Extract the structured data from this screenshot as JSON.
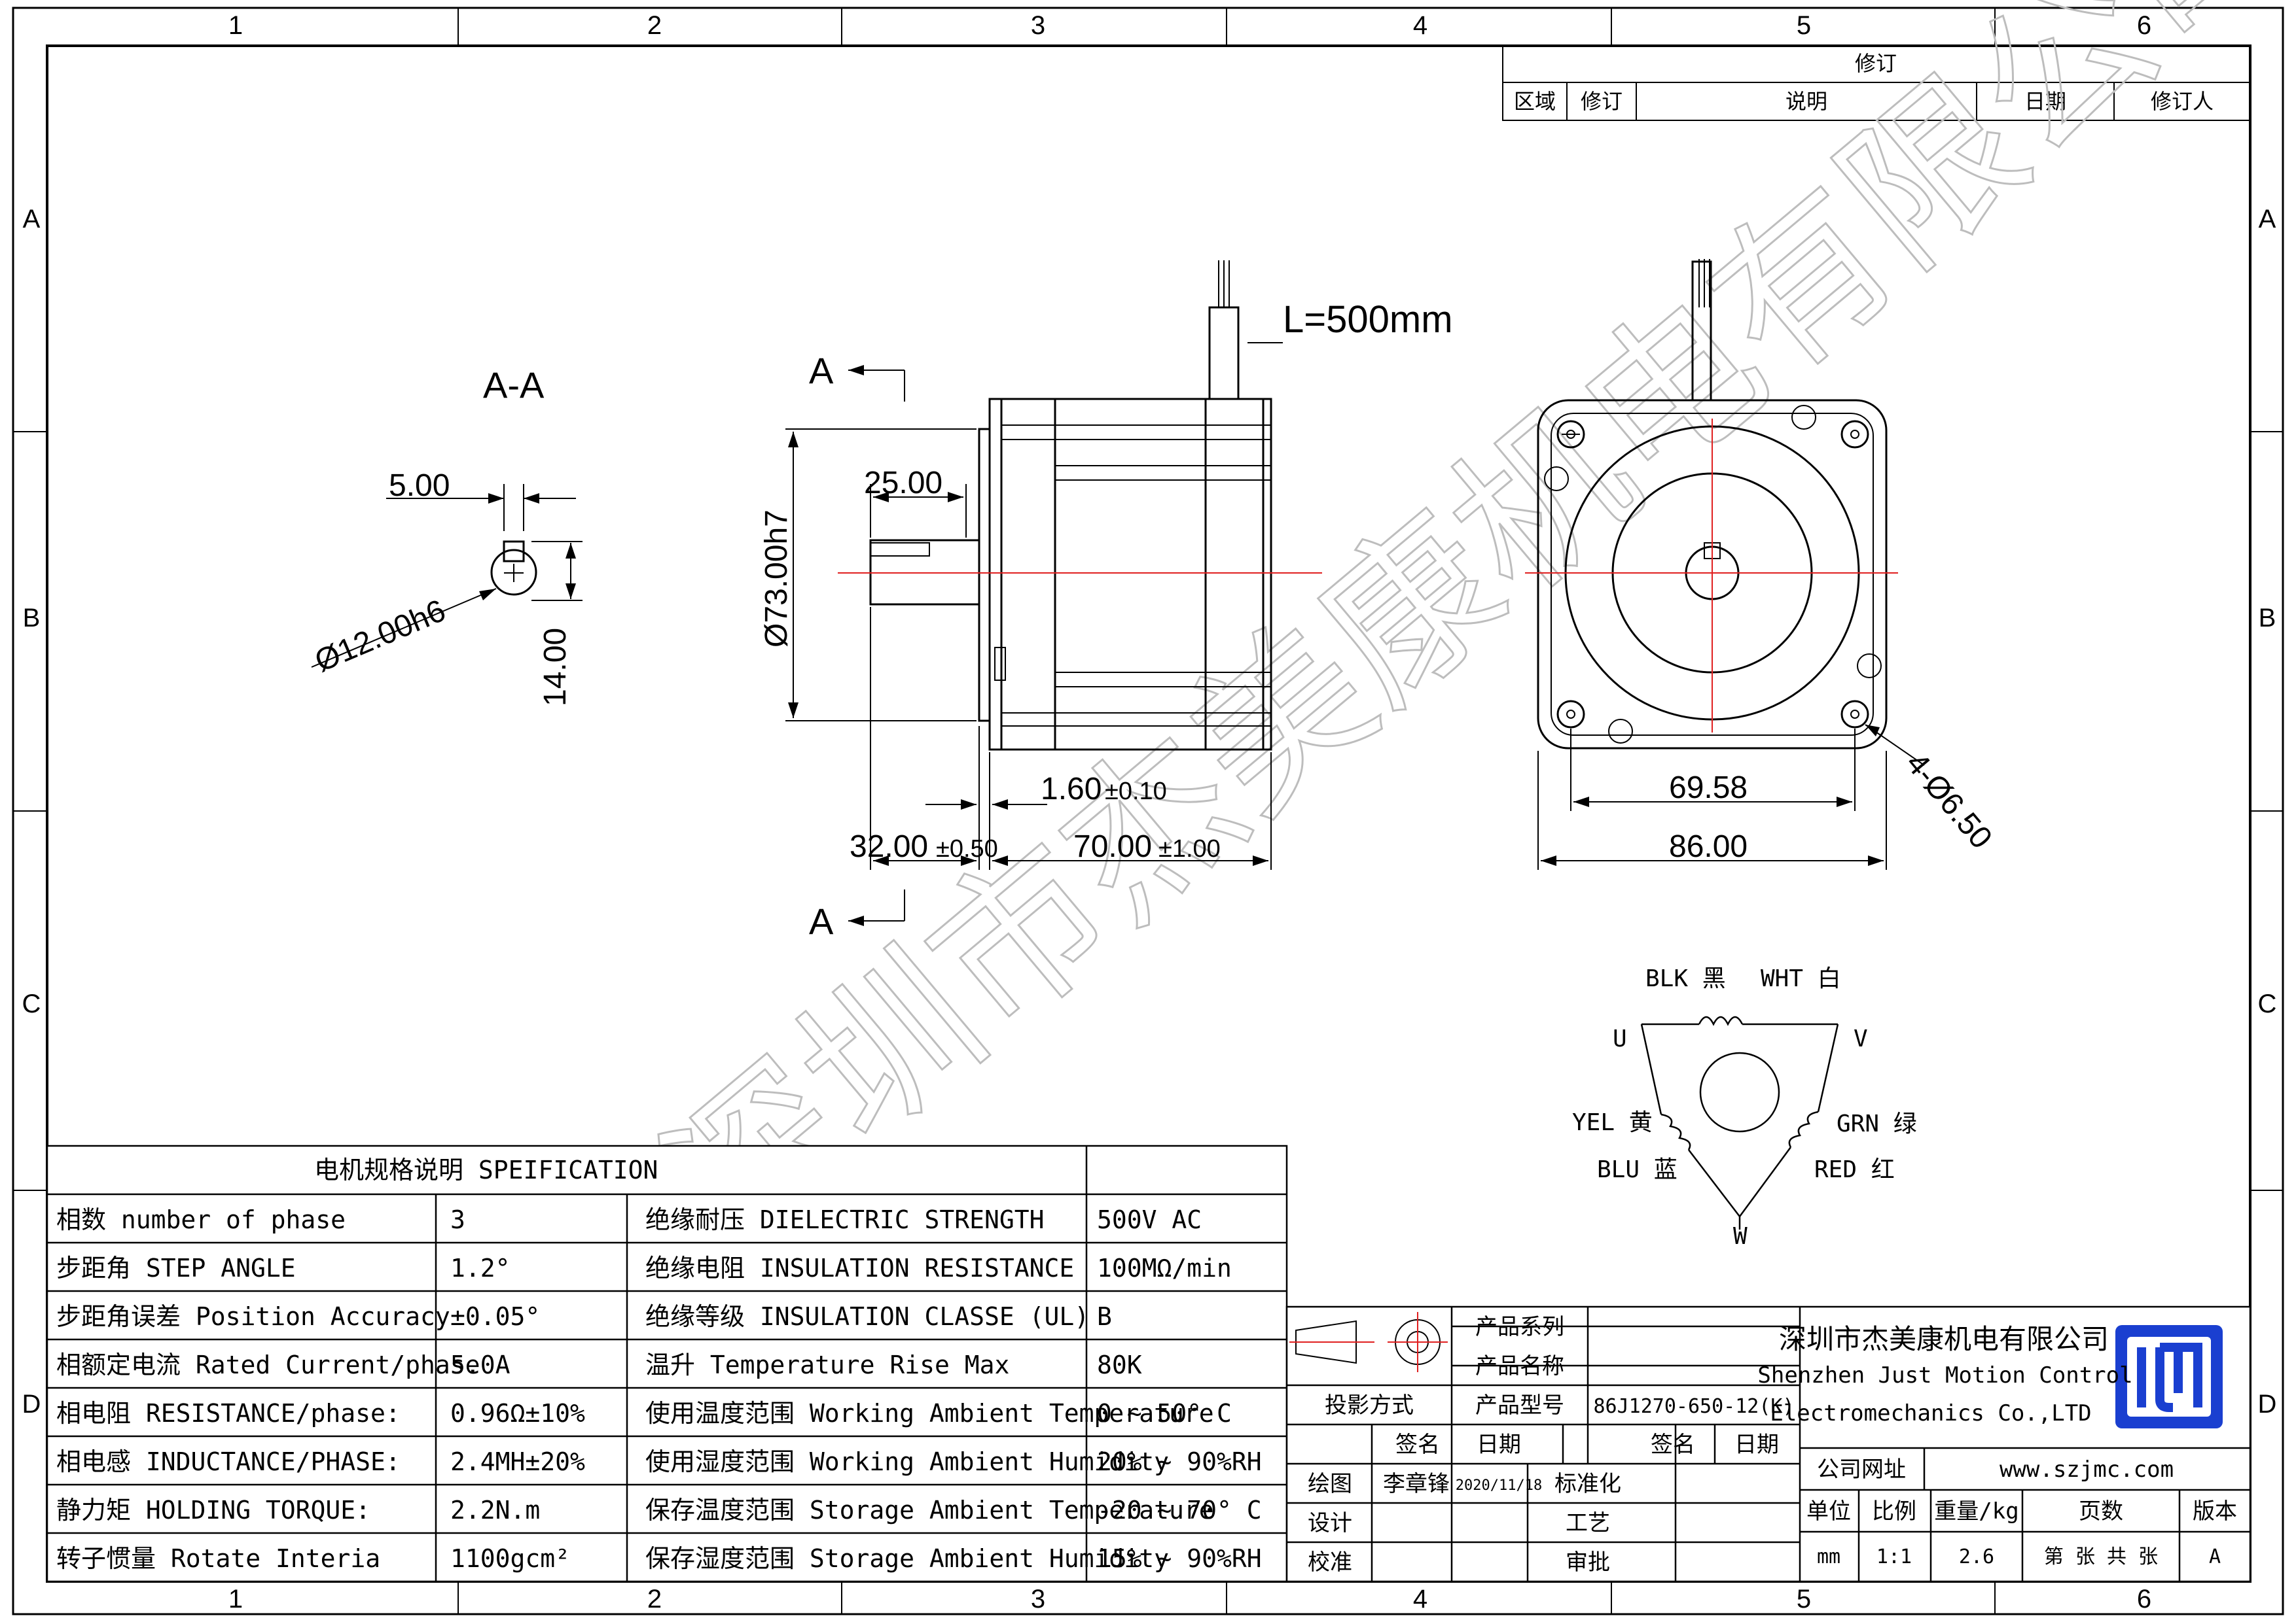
{
  "frame": {
    "col_labels": [
      "1",
      "2",
      "3",
      "4",
      "5",
      "6"
    ],
    "row_labels": [
      "A",
      "B",
      "C",
      "D"
    ]
  },
  "revision_table": {
    "title": "修订",
    "headers": [
      "区域",
      "修订",
      "说明",
      "日期",
      "修订人"
    ]
  },
  "views": {
    "section_label": "A-A",
    "section_marker": "A",
    "section_dims": {
      "key_width": "5.00",
      "shaft_dia": "Ø12.00h6",
      "flat_height": "14.00"
    },
    "side_dims": {
      "cable_length": "L=500mm",
      "flange_dia": "Ø73.00h7",
      "shaft_length": "25.00",
      "flange_thk": "1.60",
      "flange_thk_tol": "±0.10",
      "shaft_total": "32.00",
      "shaft_total_tol": "±0.50",
      "body_length": "70.00",
      "body_length_tol": "±1.00"
    },
    "front_dims": {
      "hole_spacing": "69.58",
      "body_width": "86.00",
      "holes": "4-Ø6.50"
    }
  },
  "wiring": {
    "blk": "BLK 黑",
    "wht": "WHT 白",
    "u": "U",
    "v": "V",
    "w": "W",
    "yel": "YEL 黄",
    "blu": "BLU 蓝",
    "grn": "GRN 绿",
    "red": "RED 红"
  },
  "watermark": "深圳市杰美康机电有限公司",
  "spec_table": {
    "title": "电机规格说明 SPEIFICATION",
    "rows": [
      {
        "p1": "相数 number of phase",
        "v1": "3",
        "p2": "绝缘耐压 DIELECTRIC STRENGTH",
        "v2": "500V AC"
      },
      {
        "p1": "步距角 STEP ANGLE",
        "v1": "1.2°",
        "p2": "绝缘电阻 INSULATION RESISTANCE",
        "v2": "100MΩ/min"
      },
      {
        "p1": "步距角误差 Position Accuracy",
        "v1": "±0.05°",
        "p2": "绝缘等级 INSULATION CLASSE (UL)",
        "v2": "B"
      },
      {
        "p1": "相额定电流 Rated Current/phase",
        "v1": "5.0A",
        "p2": "温升 Temperature Rise Max",
        "v2": "80K"
      },
      {
        "p1": "相电阻 RESISTANCE/phase:",
        "v1": "0.96Ω±10%",
        "p2": "使用温度范围 Working Ambient Temperature",
        "v2": "0 ~ 50° C"
      },
      {
        "p1": "相电感 INDUCTANCE/PHASE:",
        "v1": "2.4MH±20%",
        "p2": "使用湿度范围 Working Ambient Humidity",
        "v2": "20% ~ 90%RH"
      },
      {
        "p1": "静力矩 HOLDING TORQUE:",
        "v1": "2.2N.m",
        "p2": "保存温度范围 Storage Ambient Temperature",
        "v2": "-20 ~ 70° C"
      },
      {
        "p1": "转子惯量 Rotate Interia",
        "v1": "1100gcm²",
        "p2": "保存湿度范围 Storage Ambient Humidity",
        "v2": "15% ~ 90%RH"
      }
    ]
  },
  "title_block": {
    "product_series": "产品系列",
    "product_name": "产品名称",
    "product_model": "产品型号",
    "model_value": "86J1270-650-12(K)",
    "projection": "投影方式",
    "sign": "签名",
    "date": "日期",
    "sign2": "签名",
    "date2": "日期",
    "drawing": "绘图",
    "drawer": "李章锋",
    "draw_date": "2020/11/18",
    "standard": "标准化",
    "design": "设计",
    "process": "工艺",
    "check": "校准",
    "approve": "审批",
    "company_cn": "深圳市杰美康机电有限公司",
    "company_en1": "Shenzhen Just Motion Control",
    "company_en2": "Electromechanics Co.,LTD",
    "website_label": "公司网址",
    "website": "www.szjmc.com",
    "unit_label": "单位",
    "scale_label": "比例",
    "weight_label": "重量/kg",
    "pages_label": "页数",
    "version_label": "版本",
    "unit": "mm",
    "scale": "1:1",
    "weight": "2.6",
    "pages": "第 张 共 张",
    "version": "A"
  }
}
